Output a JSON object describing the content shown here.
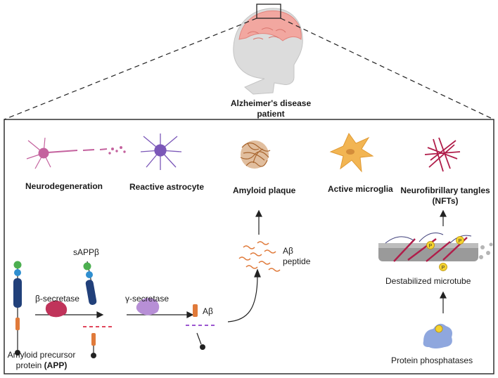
{
  "patient": {
    "line1": "Alzheimer's disease",
    "line2": "patient"
  },
  "pathology": {
    "neurodegeneration": "Neurodegeneration",
    "astrocyte": "Reactive astrocyte",
    "plaque": "Amyloid plaque",
    "microglia": "Active microglia",
    "nft_line1": "Neurofibrillary tangles",
    "nft_line2": "(NFTs)"
  },
  "pathway": {
    "sappb": "sAPPβ",
    "beta_secretase": "β-secretase",
    "gamma_secretase": "γ-secretase",
    "abeta": "Aβ",
    "abeta_peptide_1": "Aβ",
    "abeta_peptide_2": "peptide",
    "app_line1": "Amyloid precursor",
    "app_line2_prefix": "protein ",
    "app_line2_bold": "(APP)",
    "microtube": "Destabilized microtube",
    "phosphatases": "Protein phosphatases",
    "phospho": "P"
  },
  "colors": {
    "neuron": "#c4629e",
    "astrocyte": "#7b57b8",
    "plaque": "#a8652e",
    "microglia": "#f2b553",
    "nft": "#b01d4a",
    "beta_secretase": "#c0335a",
    "gamma_secretase": "#b78fd6",
    "abeta": "#e07a3a",
    "phosphatase": "#8fa7de",
    "cut_red": "#e0465c",
    "cut_purple": "#9b55d0"
  }
}
